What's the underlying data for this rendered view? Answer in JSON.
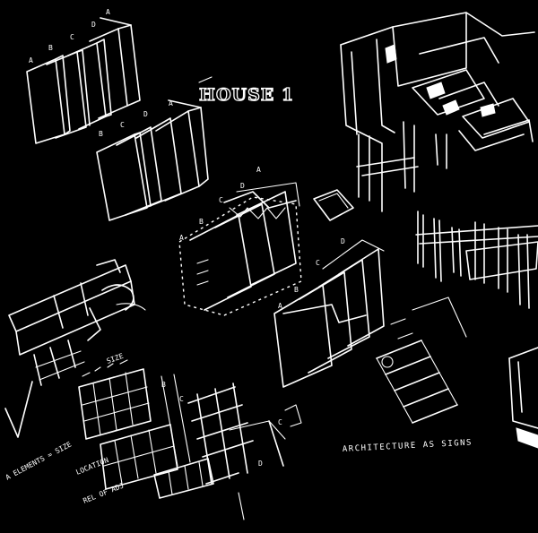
{
  "title": "HOUSE 1",
  "caption": "ARCHITECTURE AS SIGNS",
  "side_notes": {
    "elements_size": "A ELEMENTS = SIZE",
    "size": "SIZE",
    "location": "LOCATION",
    "rel_of_adj": "REL OF ADJ"
  },
  "letters": [
    "A",
    "B",
    "C",
    "D"
  ],
  "colors": {
    "background": "#000000",
    "ink": "#ffffff"
  }
}
